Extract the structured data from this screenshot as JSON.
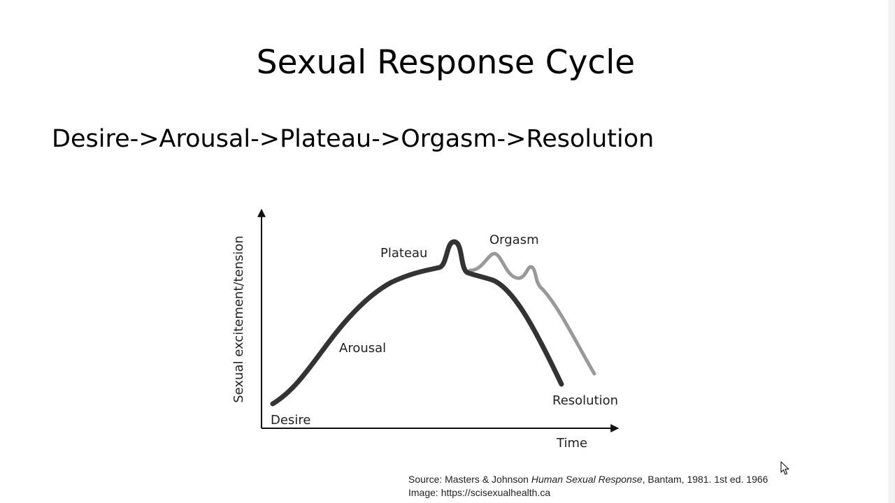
{
  "slide": {
    "title": "Sexual Response Cycle",
    "sequence": "Desire->Arousal->Plateau->Orgasm->Resolution"
  },
  "diagram": {
    "y_axis_label": "Sexual excitement/tension",
    "x_axis_label": "Time",
    "phases": {
      "desire": "Desire",
      "arousal": "Arousal",
      "plateau": "Plateau",
      "orgasm": "Orgasm",
      "resolution": "Resolution"
    },
    "curve_colors": {
      "primary": "#333333",
      "secondary": "#999999",
      "axis": "#111111"
    }
  },
  "source": {
    "prefix": "Source: Masters & Johnson ",
    "book_title": "Human Sexual Response",
    "suffix": ", Bantam, 1981. 1st ed. 1966",
    "image_credit": "Image: https://scisexualhealth.ca"
  },
  "icons": {
    "cursor": "mouse-pointer-icon"
  }
}
